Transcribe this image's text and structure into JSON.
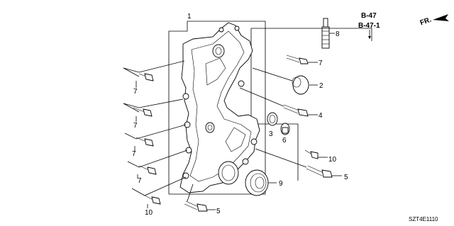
{
  "diagram": {
    "code": "SZT4E1110",
    "refs": [
      "B-47",
      "B-47-1"
    ],
    "direction": "FR.",
    "callouts": {
      "c1": "1",
      "c2": "2",
      "c3": "3",
      "c4": "4",
      "c5a": "5",
      "c5b": "5",
      "c6": "6",
      "c7a": "7",
      "c7b": "7",
      "c7c": "7",
      "c7d": "7",
      "c7e": "7",
      "c8": "8",
      "c9": "9",
      "c10a": "10",
      "c10b": "10"
    }
  }
}
